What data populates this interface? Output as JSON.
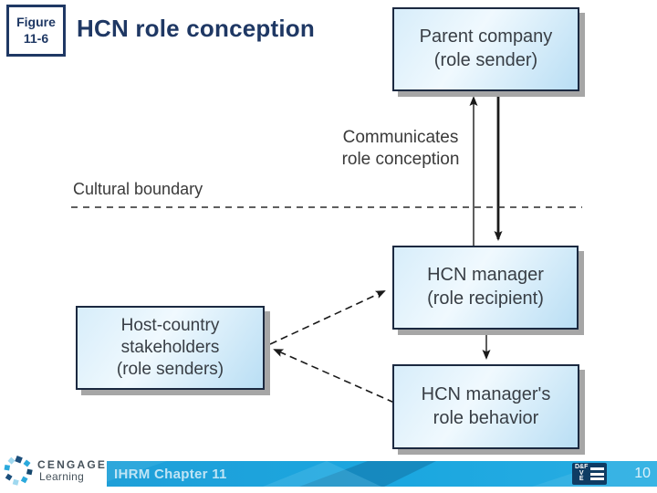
{
  "figure_badge": {
    "line1": "Figure",
    "line2": "11-6"
  },
  "title": "HCN role conception",
  "diagram": {
    "nodes": {
      "parent_company": "Parent company\n(role sender)",
      "hcn_manager": "HCN manager\n(role recipient)",
      "host_stakeholders": "Host-country\nstakeholders\n(role senders)",
      "role_behavior": "HCN manager's\nrole behavior"
    },
    "labels": {
      "communicates": "Communicates\nrole conception",
      "cultural_boundary": "Cultural boundary"
    }
  },
  "footer": {
    "brand_name": "CENGAGE",
    "brand_sub": "Learning",
    "chapter": "IHRM Chapter 11",
    "page_number": "10",
    "logo": {
      "row1": "D&F",
      "row2": "V",
      "row3": "E"
    }
  },
  "colors": {
    "accent_navy": "#1f3864",
    "bar_cyan": "#1ba7e0",
    "box_border": "#1b2940",
    "box_fill_light": "#f0f9fe",
    "box_fill_dark": "#b9def4",
    "shadow_gray": "#a6a6a6"
  }
}
